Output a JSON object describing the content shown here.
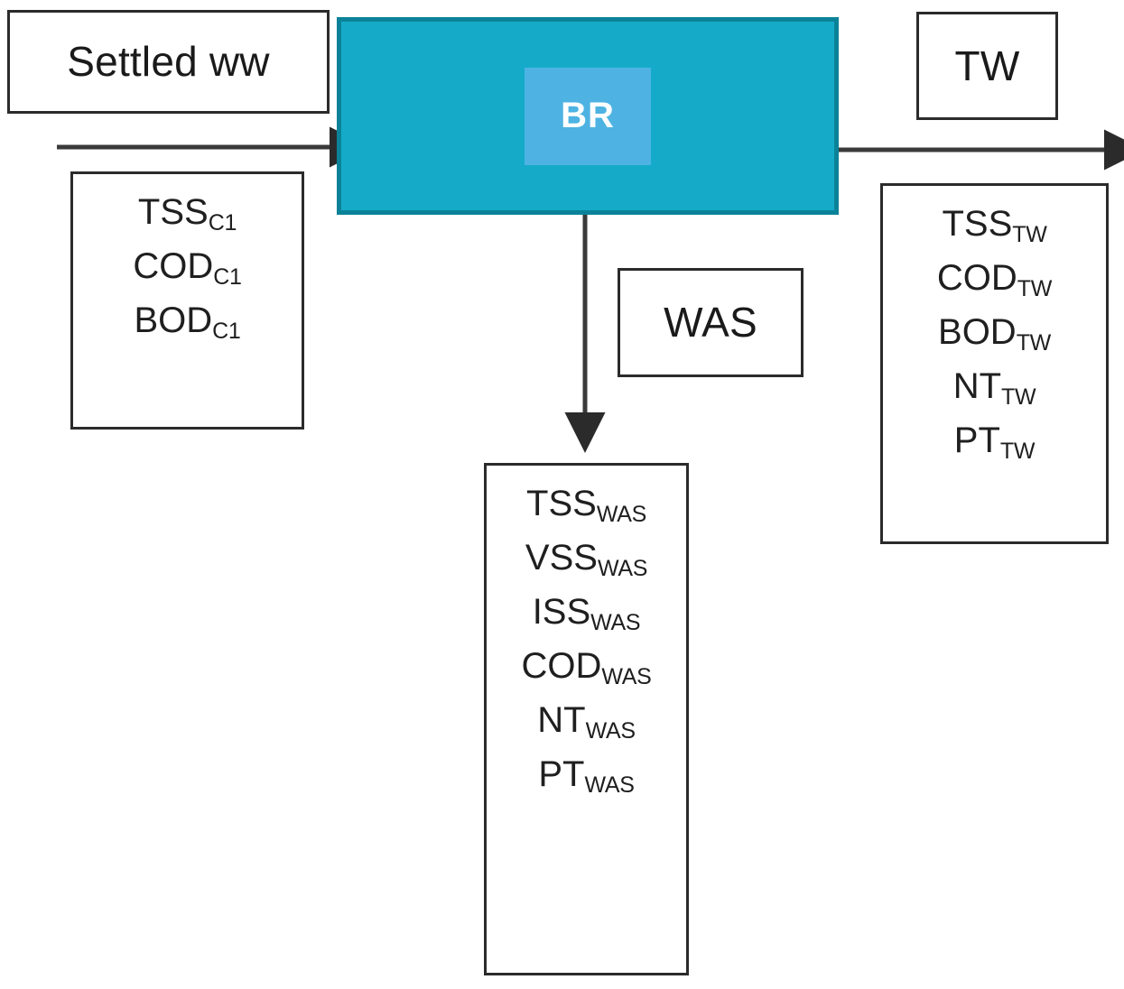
{
  "diagram": {
    "title": "Bioreactor mass balance block diagram",
    "colors": {
      "reactor_fill": "#15abc8",
      "reactor_border": "#0b8298",
      "reactor_inner_fill": "#4eb3e2",
      "reactor_inner_text": "#ffffff",
      "box_border": "#2b2b2b",
      "box_fill": "#ffffff",
      "arrow": "#333333",
      "text": "#1a1a1a"
    }
  },
  "influent": {
    "label": "Settled ww",
    "params": [
      {
        "base": "TSS",
        "sub": "C1"
      },
      {
        "base": "COD",
        "sub": "C1"
      },
      {
        "base": "BOD",
        "sub": "C1"
      }
    ]
  },
  "reactor": {
    "inner_label": "BR"
  },
  "effluent": {
    "label": "TW",
    "params": [
      {
        "base": "TSS",
        "sub": "TW"
      },
      {
        "base": "COD",
        "sub": "TW"
      },
      {
        "base": "BOD",
        "sub": "TW"
      },
      {
        "base": "NT",
        "sub": "TW"
      },
      {
        "base": "PT",
        "sub": "TW"
      }
    ]
  },
  "sludge": {
    "label": "WAS",
    "params": [
      {
        "base": "TSS",
        "sub": "WAS"
      },
      {
        "base": "VSS",
        "sub": "WAS"
      },
      {
        "base": "ISS",
        "sub": "WAS"
      },
      {
        "base": "COD",
        "sub": "WAS"
      },
      {
        "base": "NT",
        "sub": "WAS"
      },
      {
        "base": "PT",
        "sub": "WAS"
      }
    ]
  },
  "arrows": [
    {
      "name": "influent-arrow",
      "direction": "right"
    },
    {
      "name": "effluent-arrow",
      "direction": "right"
    },
    {
      "name": "was-arrow",
      "direction": "down"
    }
  ]
}
